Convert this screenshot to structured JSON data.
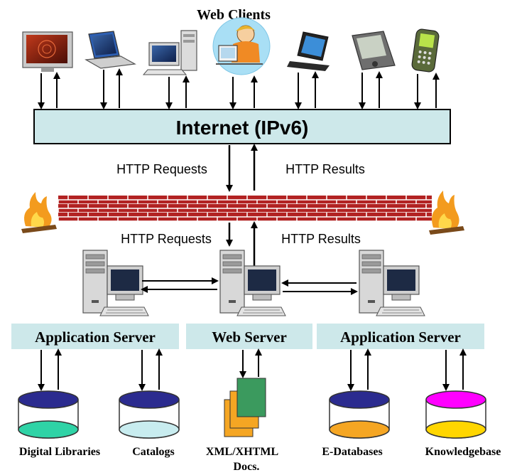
{
  "title": "Web Clients",
  "internet_label": "Internet (IPv6)",
  "upper_flow": {
    "requests": "HTTP Requests",
    "results": "HTTP Results"
  },
  "lower_flow": {
    "requests": "HTTP Requests",
    "results": "HTTP Results"
  },
  "servers": {
    "left": "Application Server",
    "center": "Web Server",
    "right": "Application Server"
  },
  "stores": {
    "digital_libraries": "Digital Libraries",
    "catalogs": "Catalogs",
    "xml_docs_line1": "XML/XHTML",
    "xml_docs_line2": "Docs.",
    "e_databases": "E-Databases",
    "knowledgebase": "Knowledgebase"
  },
  "colors": {
    "box_fill": "#cde8ea",
    "brick": "#b22222",
    "cyl_blue": "#2b2b8f",
    "cyl_teal": "#2fd3a6",
    "cyl_lightcyan": "#c8ecef",
    "cyl_orange": "#f5a623",
    "cyl_magenta": "#ff00ff",
    "cyl_yellow": "#ffd600",
    "doc_green": "#3b9a5e",
    "doc_orange": "#f5a623"
  },
  "icons": [
    "plasma-tv-icon",
    "laptop-icon",
    "desktop-pc-icon",
    "child-at-computer-icon",
    "tablet-pc-icon",
    "pda-icon",
    "mobile-phone-icon",
    "firewall-icon",
    "fire-icon",
    "server-tower-icon",
    "database-cylinder-icon",
    "document-stack-icon"
  ]
}
